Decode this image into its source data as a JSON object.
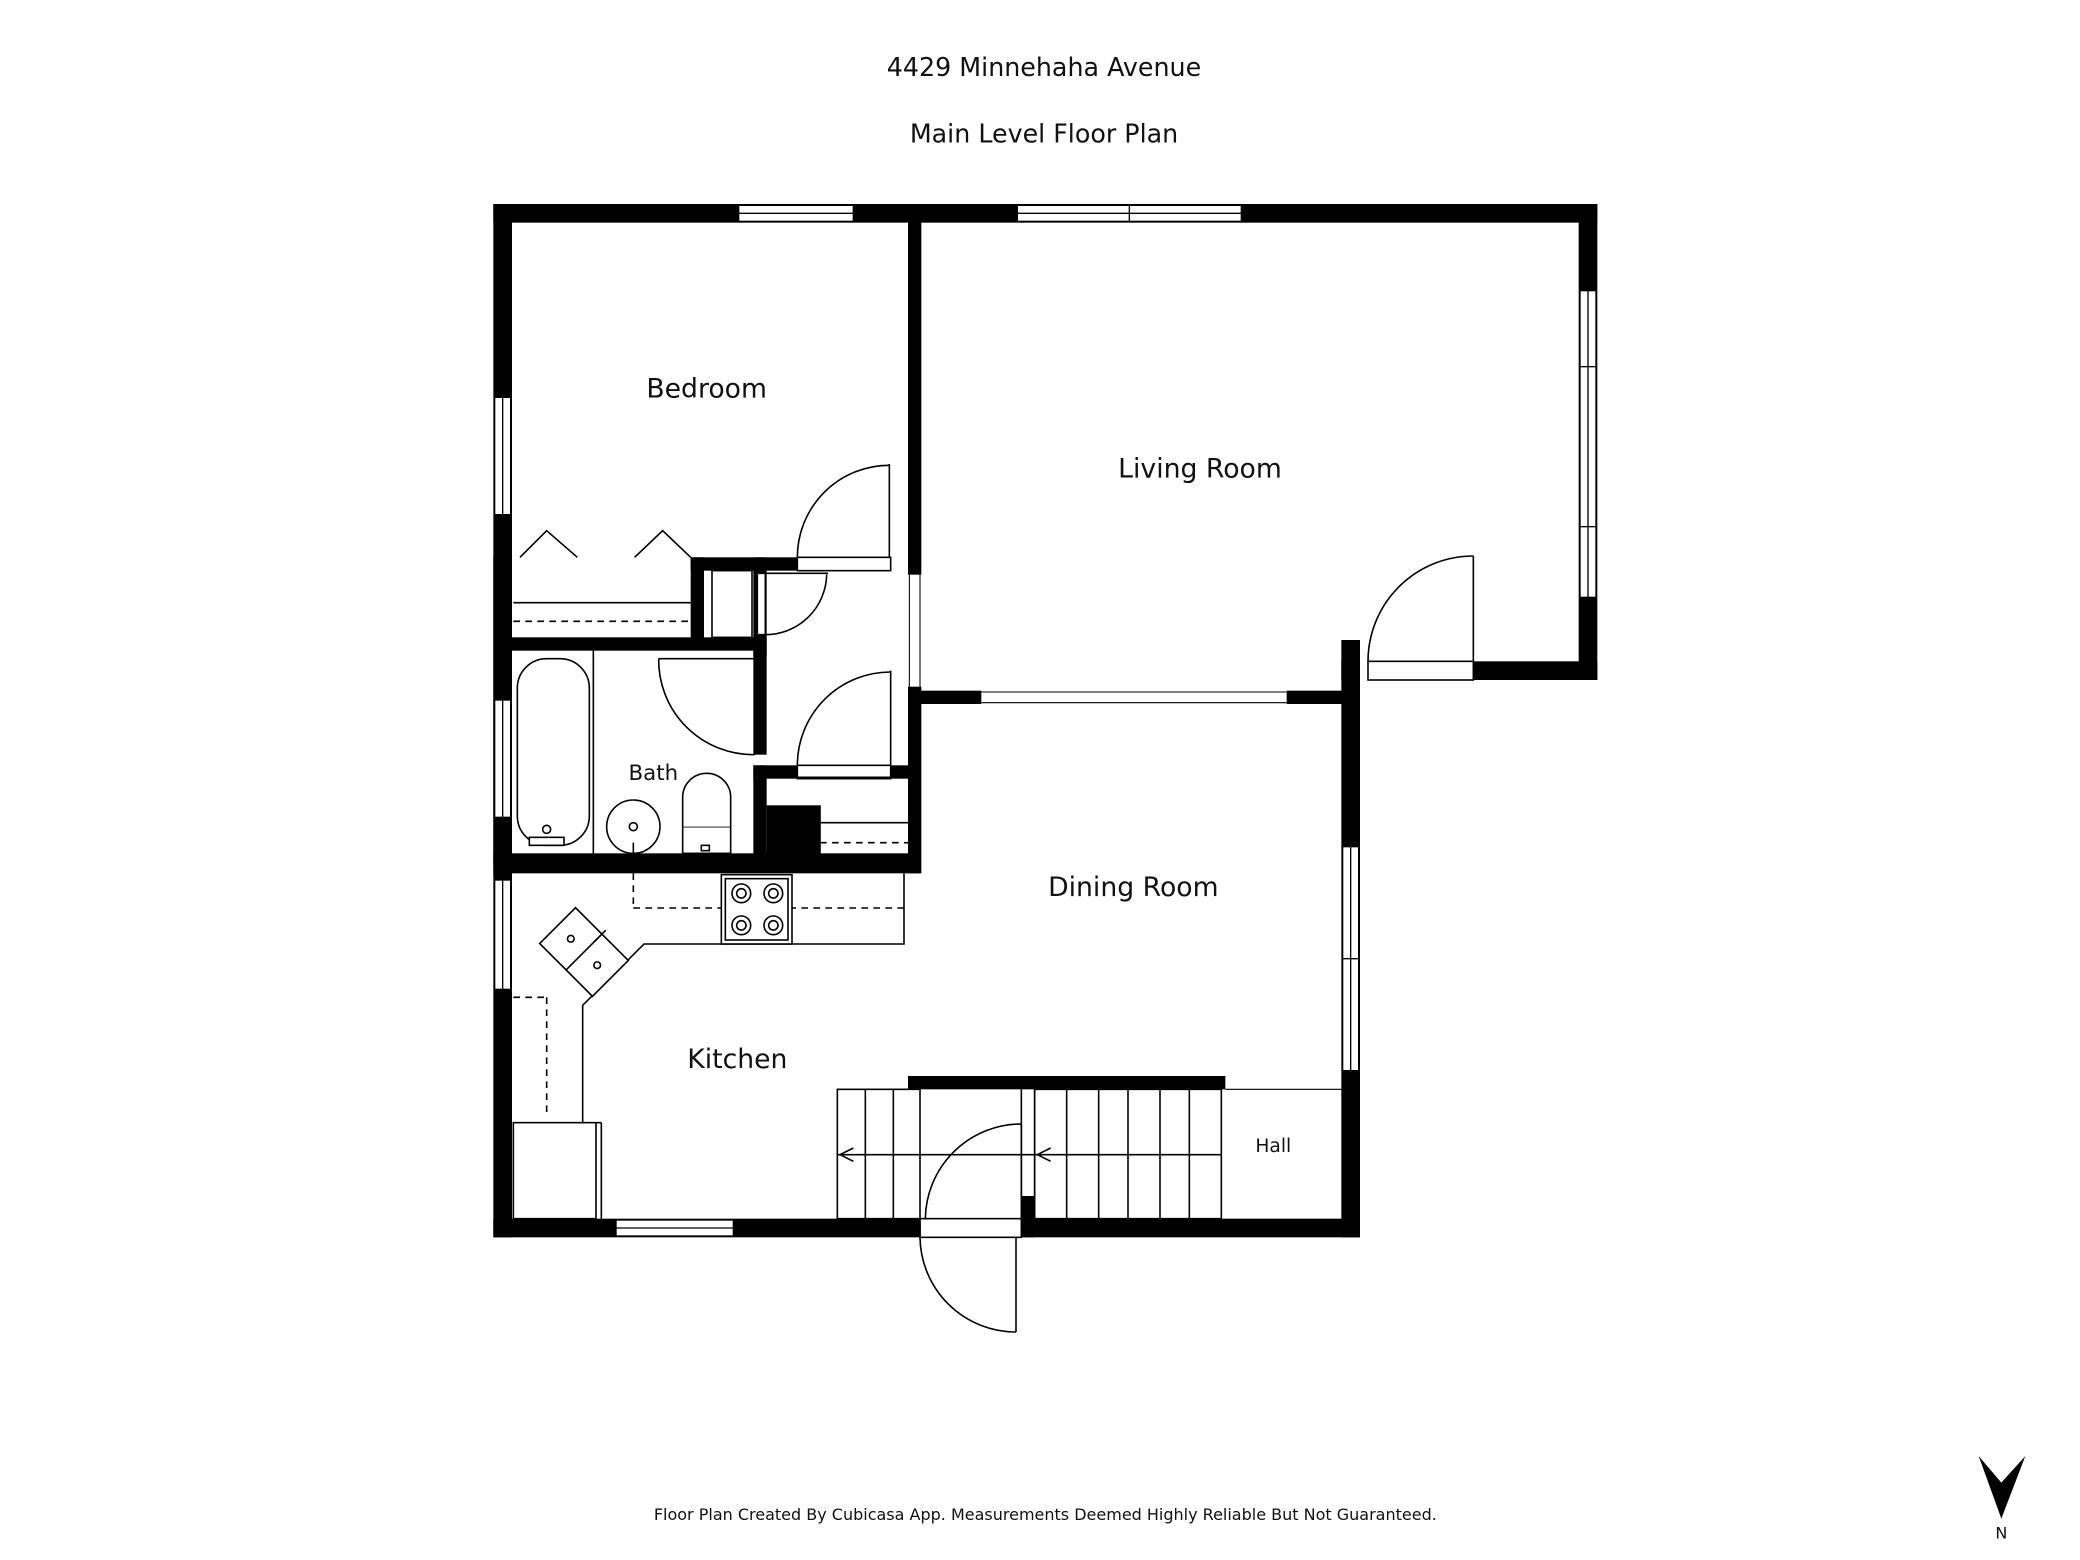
{
  "header": {
    "address": "4429 Minnehaha Avenue",
    "subtitle": "Main Level Floor Plan"
  },
  "rooms": {
    "bedroom": "Bedroom",
    "living_room": "Living Room",
    "bath": "Bath",
    "dining_room": "Dining Room",
    "kitchen": "Kitchen",
    "hall": "Hall"
  },
  "footer": {
    "disclaimer": "Floor Plan Created By Cubicasa App. Measurements Deemed Highly Reliable But Not Guaranteed."
  },
  "compass": {
    "label": "N"
  }
}
